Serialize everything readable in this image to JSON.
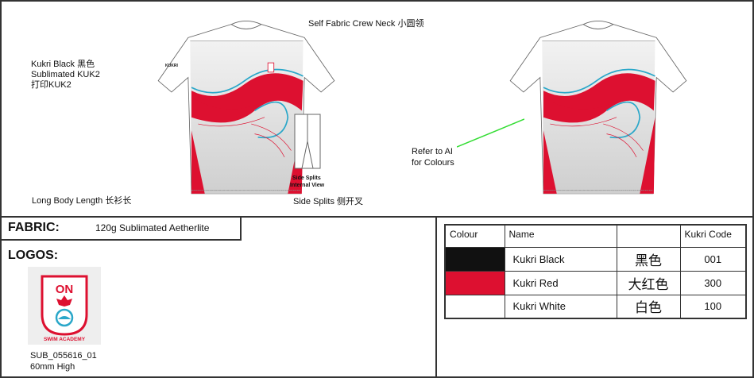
{
  "annotations": {
    "neck": "Self Fabric Crew Neck  小圆领",
    "black_line1": "Kukri Black  黑色",
    "black_line2": "Sublimated KUK2",
    "black_line3": "打印KUK2",
    "body_length": "Long Body Length  长衫长",
    "side_splits": "Side Splits  侧开叉",
    "internal_view_line1": "Side Splits",
    "internal_view_line2": "Internal View",
    "refer_line1": "Refer to AI",
    "refer_line2": "for Colours",
    "brand_mark": "KUKRI"
  },
  "fabric": {
    "label": "FABRIC:",
    "value": "120g Sublimated Aetherlite"
  },
  "logos": {
    "label": "LOGOS:",
    "logo_text_top": "ON",
    "logo_text_bottom": "SWIM ACADEMY",
    "code": "SUB_055616_01",
    "size": "60mm High"
  },
  "colour_table": {
    "headers": [
      "Colour",
      "Name",
      "",
      "Kukri Code"
    ],
    "rows": [
      {
        "swatch": "#111111",
        "name": "Kukri Black",
        "chinese": "黑色",
        "code": "001"
      },
      {
        "swatch": "#dd1030",
        "name": "Kukri Red",
        "chinese": "大红色",
        "code": "300"
      },
      {
        "swatch": "#ffffff",
        "name": "Kukri White",
        "chinese": "白色",
        "code": "100"
      }
    ]
  },
  "colors": {
    "red": "#dd1030",
    "blue": "#2aa7c9",
    "green": "#33dd33"
  }
}
